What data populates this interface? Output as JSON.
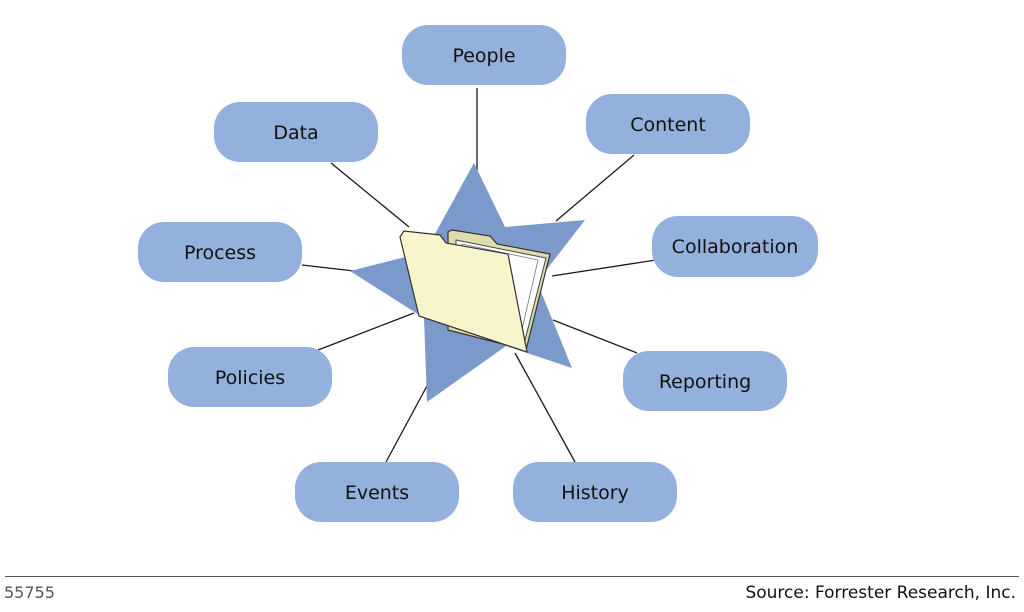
{
  "diagram": {
    "center_icon": "folder-icon",
    "nodes": [
      {
        "key": "people",
        "label": "People"
      },
      {
        "key": "content",
        "label": "Content"
      },
      {
        "key": "collaboration",
        "label": "Collaboration"
      },
      {
        "key": "reporting",
        "label": "Reporting"
      },
      {
        "key": "history",
        "label": "History"
      },
      {
        "key": "events",
        "label": "Events"
      },
      {
        "key": "policies",
        "label": "Policies"
      },
      {
        "key": "process",
        "label": "Process"
      },
      {
        "key": "data",
        "label": "Data"
      }
    ]
  },
  "colors": {
    "node_fill": "#94b0dc",
    "star_fill": "#7b9acb",
    "folder_fill": "#f8f5cc",
    "folder_back": "#dfddae"
  },
  "footer": {
    "figure_id": "55755",
    "source": "Source: Forrester Research, Inc."
  }
}
